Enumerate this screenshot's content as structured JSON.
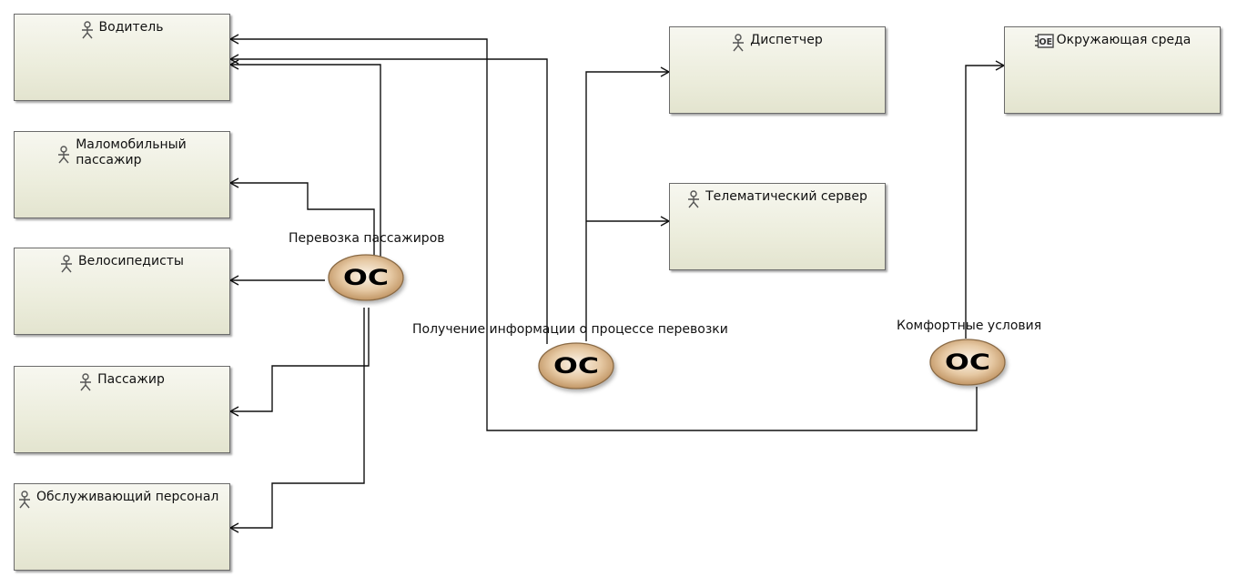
{
  "diagram": {
    "type": "use-case / context diagram",
    "actors": [
      {
        "id": "driver",
        "label": "Водитель",
        "icon": "actor-icon"
      },
      {
        "id": "low-mobility",
        "label": "Маломобильный\nпассажир",
        "icon": "actor-icon"
      },
      {
        "id": "cyclists",
        "label": "Велосипедисты",
        "icon": "actor-icon"
      },
      {
        "id": "passenger",
        "label": "Пассажир",
        "icon": "actor-icon"
      },
      {
        "id": "staff",
        "label": "Обслуживающий персонал",
        "icon": "actor-icon"
      },
      {
        "id": "dispatcher",
        "label": "Диспетчер",
        "icon": "actor-icon"
      },
      {
        "id": "telematics",
        "label": "Телематический сервер",
        "icon": "actor-icon"
      },
      {
        "id": "environment",
        "label": "Окружающая среда",
        "icon": "environment-block-icon",
        "icon_text": "ОЕ"
      }
    ],
    "use_cases": [
      {
        "id": "transport",
        "label": "Перевозка пассажиров",
        "badge": "ОС"
      },
      {
        "id": "info",
        "label": "Получение информации о процессе перевозки",
        "badge": "ОС"
      },
      {
        "id": "comfort",
        "label": "Комфортные условия",
        "badge": "ОС"
      }
    ],
    "connections": [
      {
        "from": "transport",
        "to": "driver"
      },
      {
        "from": "transport",
        "to": "low-mobility"
      },
      {
        "from": "transport",
        "to": "cyclists"
      },
      {
        "from": "transport",
        "to": "passenger"
      },
      {
        "from": "transport",
        "to": "staff"
      },
      {
        "from": "info",
        "to": "driver"
      },
      {
        "from": "info",
        "to": "dispatcher"
      },
      {
        "from": "info",
        "to": "telematics"
      },
      {
        "from": "comfort",
        "to": "driver"
      },
      {
        "from": "comfort",
        "to": "environment"
      }
    ],
    "colors": {
      "box_border": "#6b6b6b",
      "box_fill_top": "#f7f7f0",
      "box_fill_bottom": "#e3e4cf",
      "usecase_fill": "#d4a878",
      "usecase_border": "#8a6a45",
      "connector": "#111111"
    }
  }
}
